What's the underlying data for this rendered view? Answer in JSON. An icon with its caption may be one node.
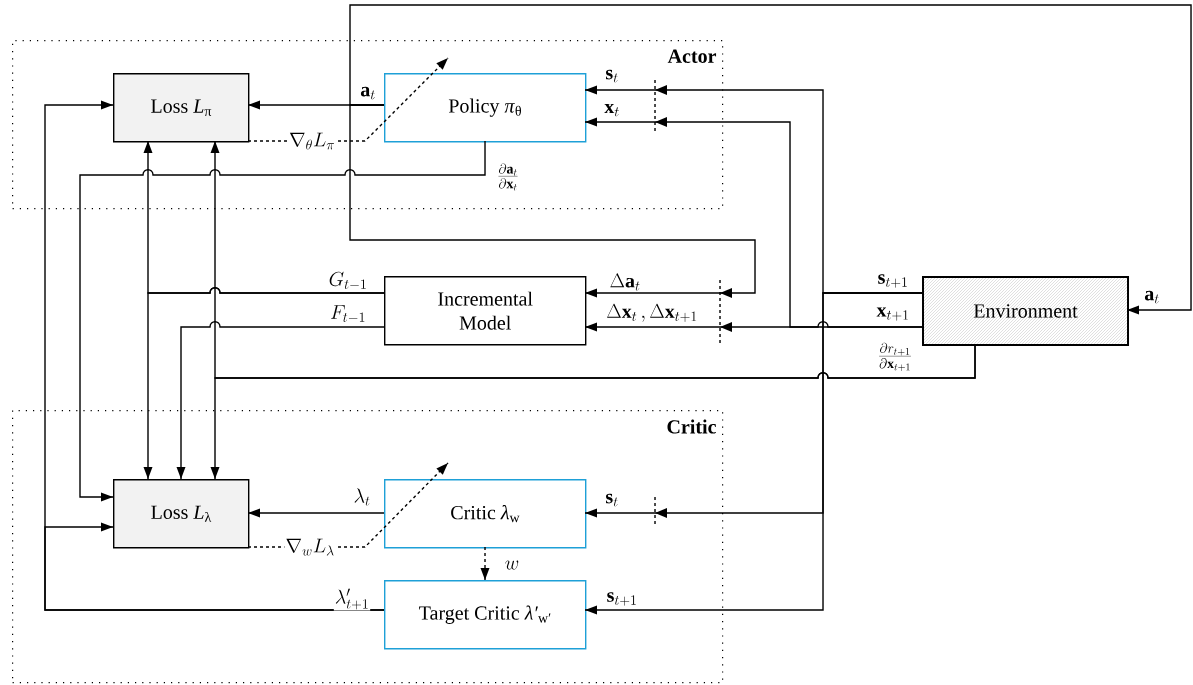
{
  "diagram": {
    "nodes": [
      {
        "text": [
          "Actor"
        ]
      },
      {
        "text": [
          "Loss *L*$_{π}$"
        ],
        "in": 0
      },
      {
        "text": [
          "Policy *π*$_{θ}$"
        ],
        "in": 0
      },
      {
        "text": [
          "Incremental Model"
        ]
      },
      {
        "text": [
          "Environment"
        ],
        "beside": [
          "\\mathbf{s}_{t+1}",
          "\\mathbf{x}_{t+1}",
          "\\frac{\\partial r_{t+1}}{\\partial \\mathbf{x}_{t+1}}"
        ]
      },
      {
        "text": [
          "Critic"
        ]
      },
      {
        "text": [
          "Loss *L*$_{λ}$"
        ],
        "in": 5
      },
      {
        "text": [
          "Critic *λ*$_{w}$"
        ],
        "in": 5
      },
      {
        "text": [
          "Target Critic *λ′*$_{w′}$"
        ],
        "in": 5
      }
    ],
    "edges": [
      {
        "from": 2,
        "to": 1,
        "arrow": "to",
        "label": "\\mathbf{a}_t"
      },
      {
        "from": 1,
        "to": 2,
        "arrow": "to",
        "style": "dashed",
        "label": "\\nabla_\\theta L_\\pi"
      },
      {
        "from": 2,
        "to": 4,
        "arrow": "to",
        "label": "\\mathbf{a}_t"
      },
      {
        "from": 2,
        "to": 3,
        "arrow": "to",
        "label": "\\Delta\\mathbf{a}_t"
      },
      {
        "from": 2,
        "to": 6,
        "arrow": "to",
        "label": "\\frac{\\partial \\mathbf{a}_t}{\\partial \\mathbf{x}_t}"
      },
      {
        "from": 4,
        "to": 2,
        "arrow": "to",
        "label": "\\mathbf{s}_t"
      },
      {
        "from": 4,
        "to": 2,
        "arrow": "to",
        "label": "\\mathbf{x}_t"
      },
      {
        "from": 4,
        "to": 3,
        "arrow": "to",
        "label": "\\Delta\\mathbf{x}_t\\,,\\Delta\\mathbf{x}_{t+1}"
      },
      {
        "from": 4,
        "to": 7,
        "arrow": "to",
        "label": "\\mathbf{s}_t"
      },
      {
        "from": 4,
        "to": 8,
        "arrow": "to",
        "label": "\\mathbf{s}_{t+1}"
      },
      {
        "from": 4,
        "to": 1,
        "arrow": "to"
      },
      {
        "from": 4,
        "to": 6,
        "arrow": "to"
      },
      {
        "from": 3,
        "to": 1,
        "arrow": "to",
        "label": "G_{t-1}"
      },
      {
        "from": 3,
        "to": 6,
        "arrow": "to"
      },
      {
        "from": 3,
        "to": 6,
        "arrow": "to",
        "label": "F_{t-1}"
      },
      {
        "from": 8,
        "to": 1,
        "arrow": "to",
        "label": "\\lambda'_{t+1}"
      },
      {
        "from": 8,
        "to": 6,
        "arrow": "to"
      },
      {
        "from": 7,
        "to": 6,
        "arrow": "to",
        "label": "\\lambda_t"
      },
      {
        "from": 6,
        "to": 7,
        "arrow": "to",
        "style": "dashed",
        "label": "\\nabla_w L_\\lambda"
      },
      {
        "from": 7,
        "to": 8,
        "arrow": "to",
        "style": "dashed",
        "label": "w"
      }
    ]
  }
}
